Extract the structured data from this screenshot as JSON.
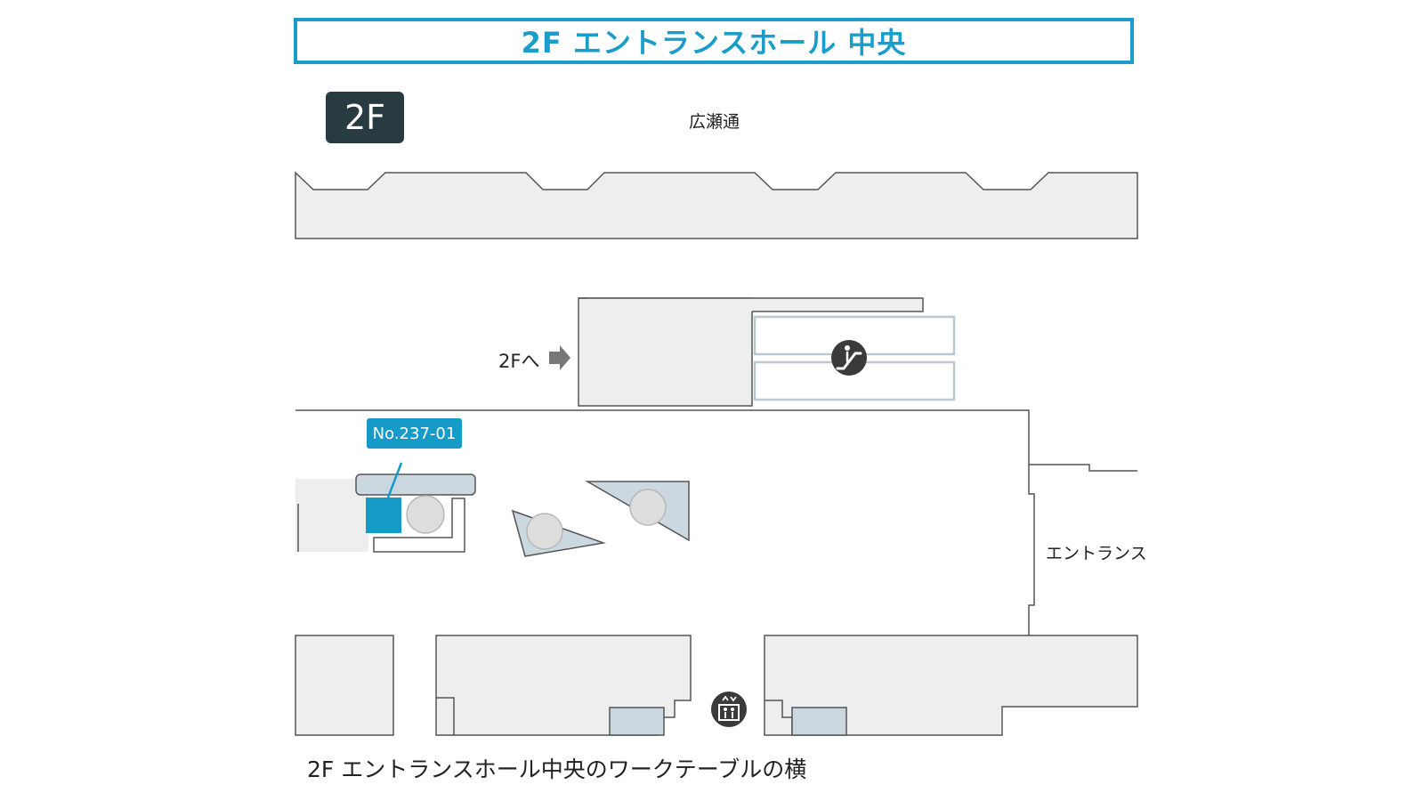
{
  "header": {
    "title": "2F エントランスホール 中央"
  },
  "floor_badge": "2F",
  "map": {
    "street_label": "広瀬通",
    "to_2f_label": "2Fへ",
    "entrance_label": "エントランス",
    "location_number": "No.237-01",
    "colors": {
      "highlight": "#169bc8",
      "room_fill": "#eeeeee",
      "furniture_fill": "#cbd8df",
      "icon_dark": "#3a3a3a"
    },
    "icons": [
      "escalator-icon",
      "elevator-icon",
      "arrow-right-icon"
    ]
  },
  "caption": "2F エントランスホール中央のワークテーブルの横"
}
